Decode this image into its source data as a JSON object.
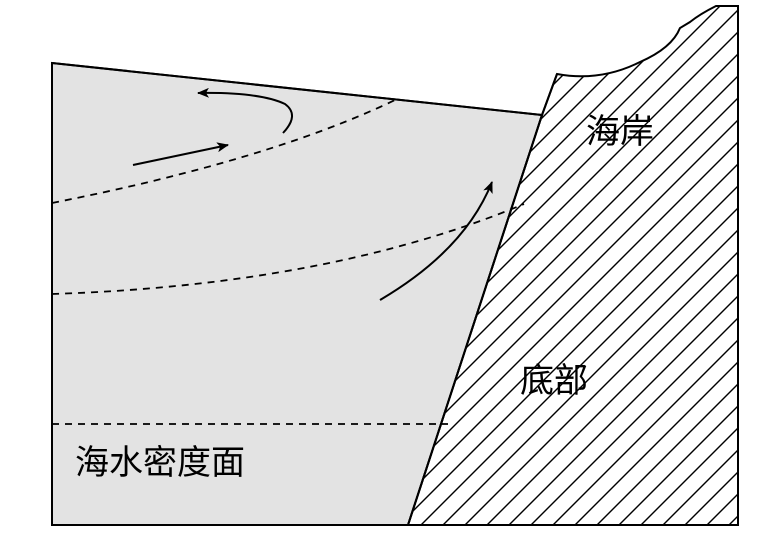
{
  "labels": {
    "coast": "海岸",
    "bottom": "底部",
    "isopycnal": "海水密度面"
  },
  "colors": {
    "water_fill": "#e3e3e3",
    "land_fill": "#ffffff",
    "stroke": "#000000"
  }
}
